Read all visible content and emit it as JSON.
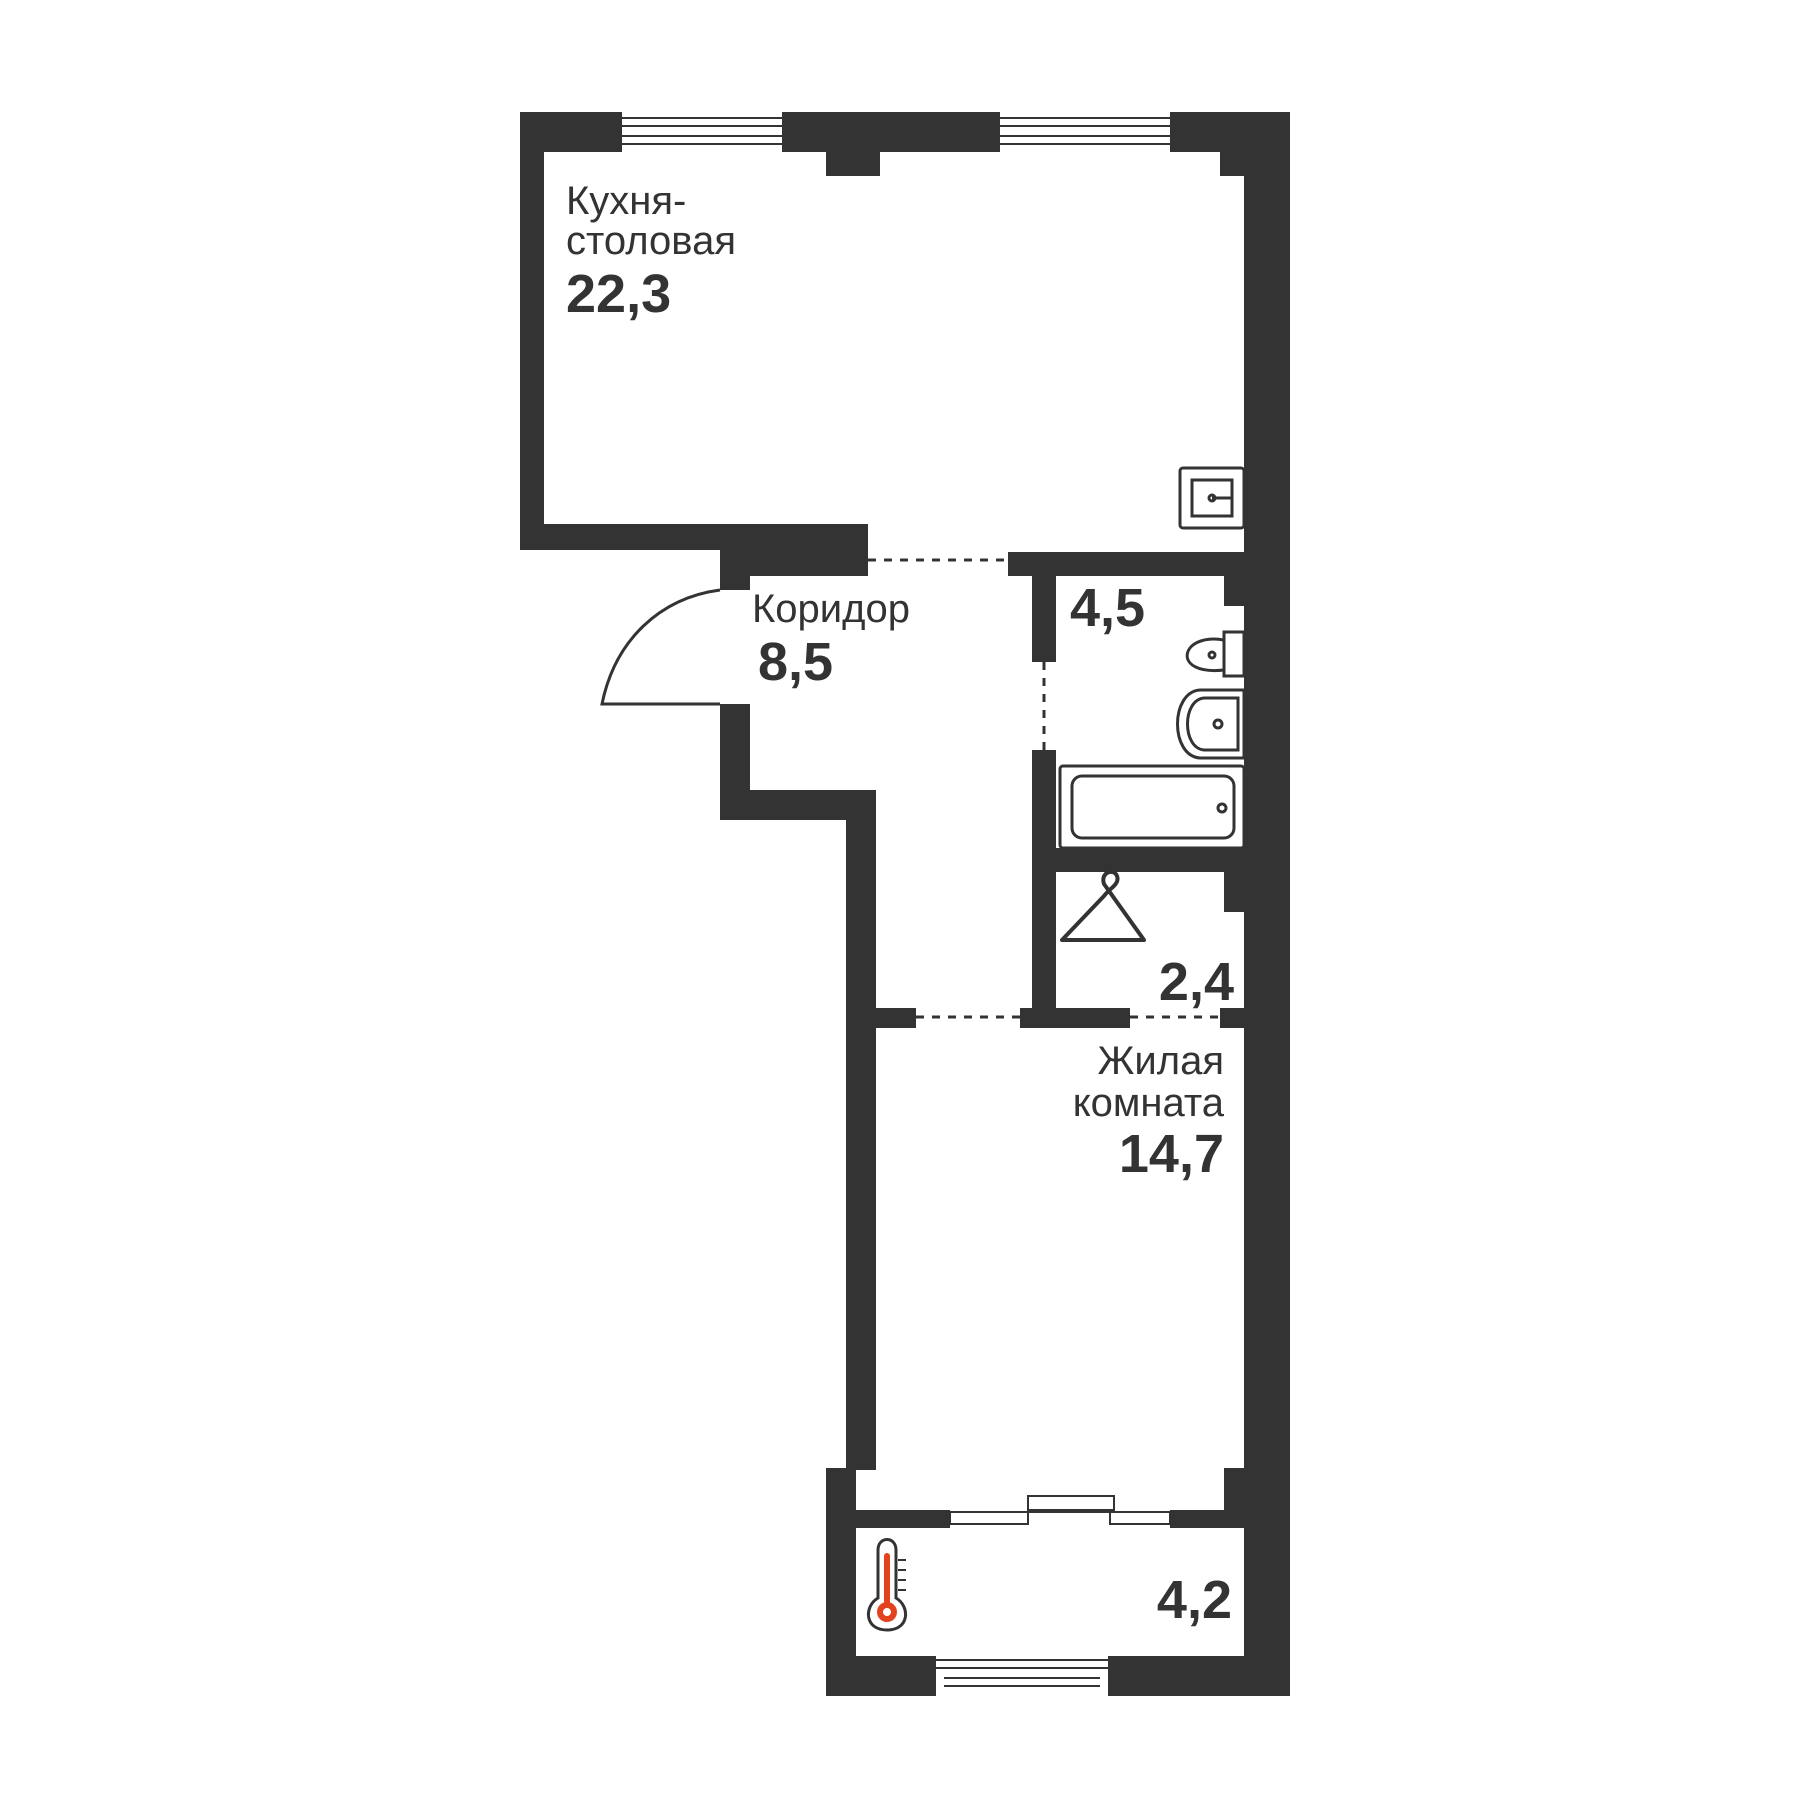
{
  "colors": {
    "wall": "#333333",
    "background": "#ffffff",
    "thermometer": "#e3421f"
  },
  "rooms": {
    "kitchen": {
      "name_line1": "Кухня-",
      "name_line2": "столовая",
      "area": "22,3"
    },
    "corridor": {
      "name": "Коридор",
      "area": "8,5"
    },
    "bathroom": {
      "area": "4,5"
    },
    "wardrobe": {
      "area": "2,4",
      "icon": "hanger-icon"
    },
    "living": {
      "name_line1": "Жилая",
      "name_line2": "комната",
      "area": "14,7"
    },
    "balcony": {
      "area": "4,2",
      "icon": "thermometer-icon"
    }
  }
}
